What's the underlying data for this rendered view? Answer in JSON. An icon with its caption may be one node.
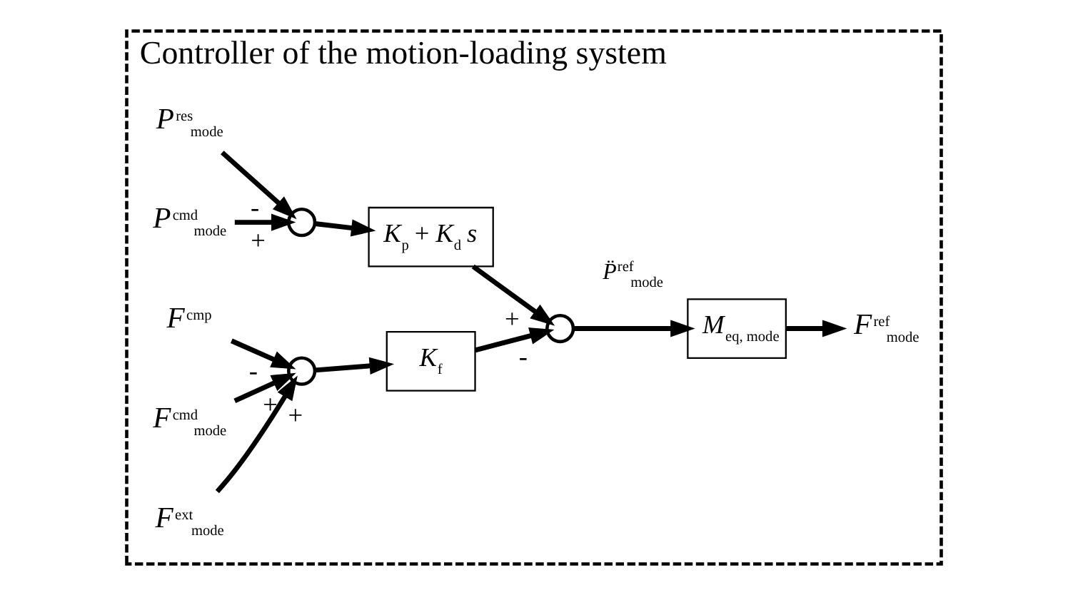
{
  "diagram": {
    "nodes": [
      {
        "text": [
          "Controller of the motion-loading system"
        ]
      },
      {
        "text": [
          "*P*$^{res}$$_{mode}$"
        ],
        "in": 0
      },
      {
        "text": [
          "*P*$^{cmd}$$_{mode}$"
        ],
        "in": 0
      },
      {
        "text": [],
        "shape": "circle",
        "in": 0
      },
      {
        "text": [
          "*K*$_{p}$ + *K*$_{d}$ *s*"
        ],
        "in": 0
      },
      {
        "text": [],
        "shape": "circle",
        "in": 0
      },
      {
        "text": [
          "*M*$_{eq, mode}$"
        ],
        "in": 0
      },
      {
        "text": [
          "*F*$^{ref}$$_{mode}$"
        ],
        "in": 0
      },
      {
        "text": [
          "*F*$^{cmp}$"
        ],
        "in": 0
      },
      {
        "text": [
          "*F*$^{cmd}$$_{mode}$"
        ],
        "in": 0
      },
      {
        "text": [
          "*F*$^{ext}$$_{mode}$"
        ],
        "in": 0
      },
      {
        "text": [],
        "shape": "circle",
        "in": 0
      },
      {
        "text": [
          "*K*$_{f}$"
        ],
        "in": 0
      }
    ],
    "edges": [
      {
        "from": 1,
        "to": 3,
        "arrow": "to",
        "label": "-"
      },
      {
        "from": 2,
        "to": 3,
        "arrow": "to",
        "label": "+"
      },
      {
        "from": 3,
        "to": 4,
        "arrow": "to"
      },
      {
        "from": 4,
        "to": 5,
        "arrow": "to",
        "label": "+"
      },
      {
        "from": 12,
        "to": 5,
        "arrow": "to",
        "label": "-"
      },
      {
        "from": 5,
        "to": 6,
        "arrow": "to",
        "label": "*P̈*$^{ref}$$_{mode}$"
      },
      {
        "from": 6,
        "to": 7,
        "arrow": "to"
      },
      {
        "from": 8,
        "to": 11,
        "arrow": "to",
        "label": "-"
      },
      {
        "from": 9,
        "to": 11,
        "arrow": "to",
        "label": "+"
      },
      {
        "from": 10,
        "to": 11,
        "arrow": "to",
        "label": "+"
      },
      {
        "from": 11,
        "to": 12,
        "arrow": "to"
      }
    ]
  }
}
